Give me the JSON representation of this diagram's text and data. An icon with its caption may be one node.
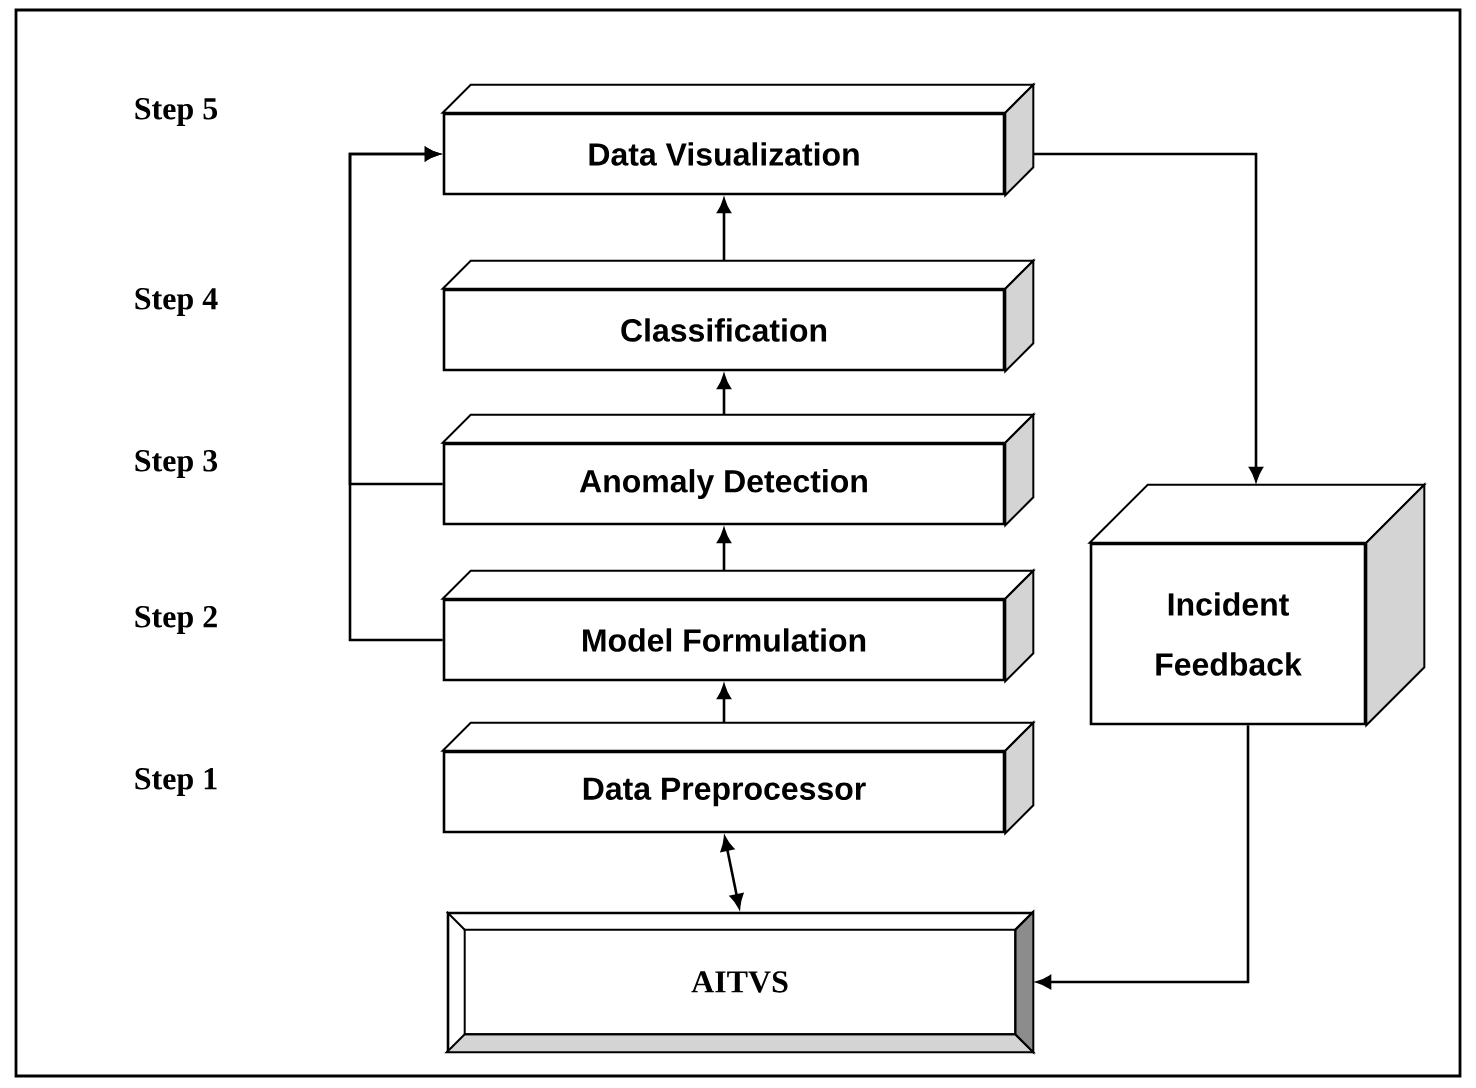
{
  "diagram": {
    "nodes": [
      {
        "text": [
          "Data Visualization"
        ]
      },
      {
        "text": [
          "Classification"
        ]
      },
      {
        "text": [
          "Anomaly Detection"
        ]
      },
      {
        "text": [
          "Model Formulation"
        ]
      },
      {
        "text": [
          "Data Preprocessor"
        ]
      },
      {
        "text": [
          "AITVS"
        ]
      },
      {
        "text": [
          "Incident Feedback"
        ]
      }
    ],
    "edges": [
      {
        "from": 4,
        "to": 5,
        "arrow": "both"
      },
      {
        "from": 4,
        "to": 3,
        "arrow": "to"
      },
      {
        "from": 3,
        "to": 2,
        "arrow": "to"
      },
      {
        "from": 2,
        "to": 1,
        "arrow": "to"
      },
      {
        "from": 1,
        "to": 0,
        "arrow": "to"
      },
      {
        "from": 3,
        "to": 0,
        "arrow": "to"
      },
      {
        "from": 2,
        "to": 0,
        "arrow": "to"
      },
      {
        "from": 0,
        "to": 6,
        "arrow": "to"
      },
      {
        "from": 6,
        "to": 5,
        "arrow": "to"
      }
    ],
    "labels": [
      "Step 5",
      "Step 4",
      "Step 3",
      "Step 2",
      "Step 1"
    ]
  }
}
